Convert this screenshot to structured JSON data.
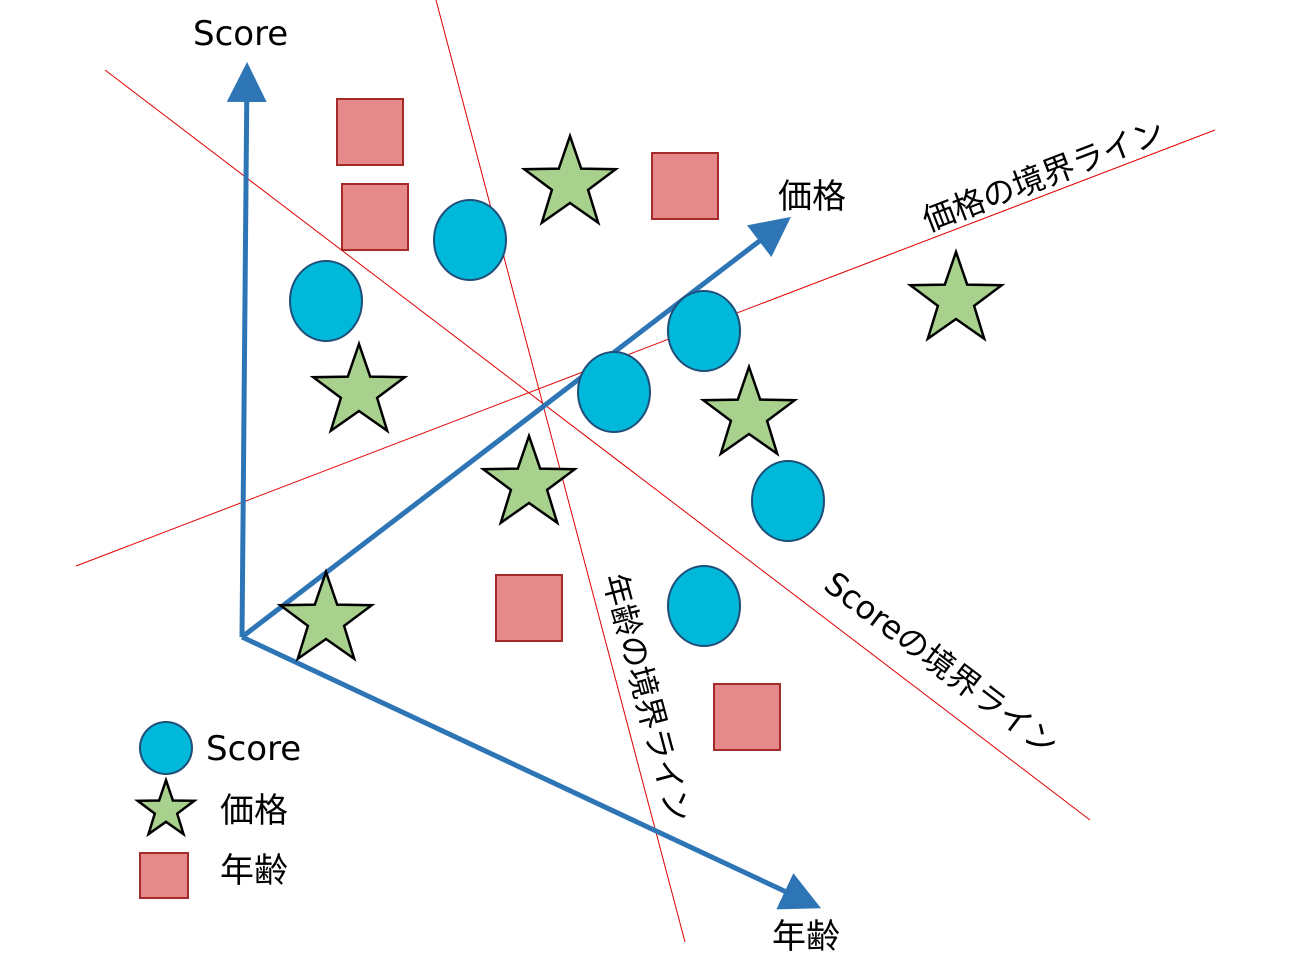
{
  "axes": {
    "score_label": "Score",
    "price_label": "価格",
    "age_label": "年齢",
    "axis_color": "#2E75B6"
  },
  "boundaries": {
    "price_boundary_label": "価格の境界ライン",
    "score_boundary_label": "Scoreの境界ライン",
    "age_boundary_label": "年齢の境界ライン",
    "line_color": "#E00000"
  },
  "legend": {
    "items": [
      {
        "shape": "circle",
        "label": "Score"
      },
      {
        "shape": "star",
        "label": "価格"
      },
      {
        "shape": "square",
        "label": "年齢"
      }
    ]
  },
  "markers": {
    "circle_fill": "#00B8D9",
    "circle_stroke": "#1F4E79",
    "star_fill": "#A9D18E",
    "star_stroke": "#000000",
    "square_fill": "#E6898A",
    "square_stroke": "#A52A2A"
  }
}
